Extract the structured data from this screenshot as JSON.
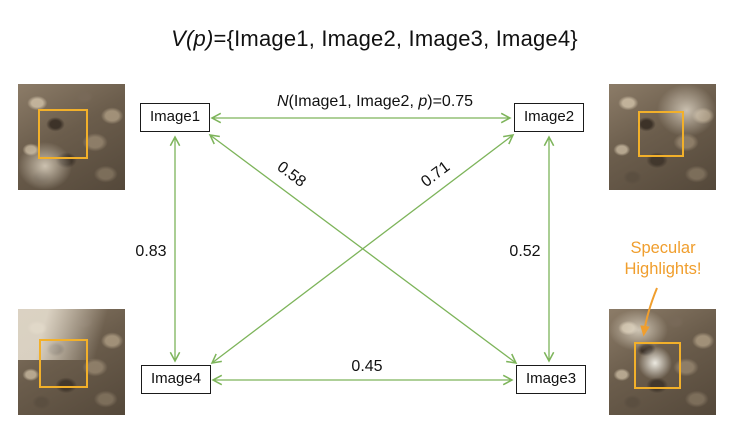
{
  "title": {
    "math": "V(p)",
    "rest": "={Image1, Image2, Image3, Image4}"
  },
  "nodes": {
    "image1": "Image1",
    "image2": "Image2",
    "image3": "Image3",
    "image4": "Image4"
  },
  "edges": {
    "image1_image2": {
      "func": "N",
      "args": "(Image1, Image2, ",
      "param": "p",
      "result": ")=0.75",
      "weight": 0.75
    },
    "image1_image4": {
      "label": "0.83",
      "weight": 0.83
    },
    "image2_image3": {
      "label": "0.52",
      "weight": 0.52
    },
    "image4_image3": {
      "label": "0.45",
      "weight": 0.45
    },
    "image1_image3": {
      "label": "0.58",
      "weight": 0.58
    },
    "image2_image4": {
      "label": "0.71",
      "weight": 0.71
    }
  },
  "annotation": {
    "line1": "Specular",
    "line2": "Highlights!"
  },
  "colors": {
    "edge": "#7db45a",
    "annotation": "#f09e2d",
    "patch_box": "#f2b02a",
    "node_border": "#1a1a1a"
  }
}
